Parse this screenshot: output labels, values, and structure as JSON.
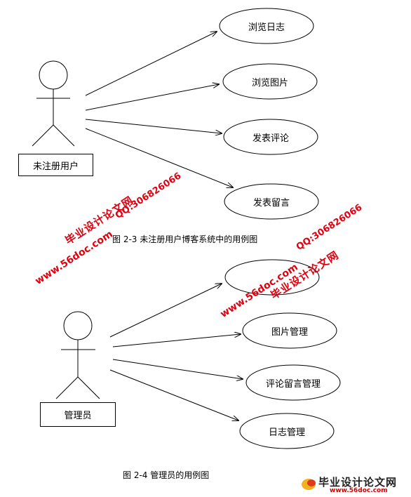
{
  "diagram1": {
    "actor_label": "未注册用户",
    "use_cases": [
      "浏览日志",
      "浏览图片",
      "发表评论",
      "发表留言"
    ],
    "caption": "图 2-3 未注册用户博客系统中的用例图"
  },
  "diagram2": {
    "actor_label": "管理员",
    "use_cases": [
      "",
      "图片管理",
      "评论留言管理",
      "日志管理"
    ],
    "caption": "图 2-4 管理员的用例图"
  },
  "watermarks": {
    "site_name": "毕业设计论文网",
    "url": "www.56doc.com",
    "qq": "QQ:306826066"
  },
  "logo": {
    "text": "毕业设计论文网",
    "url": "www.56doc.com"
  },
  "colors": {
    "line": "#000000",
    "watermark": "#e0000f"
  }
}
